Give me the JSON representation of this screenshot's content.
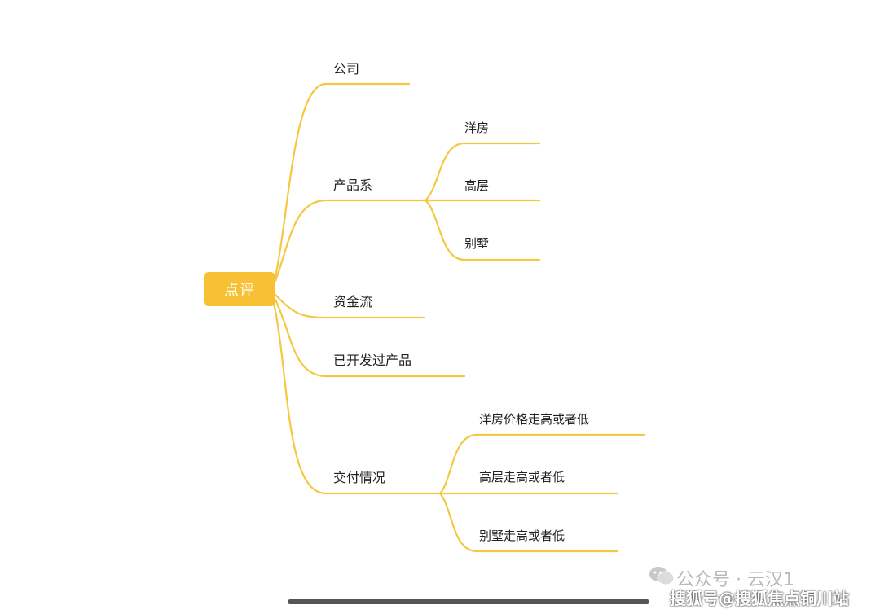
{
  "root": {
    "label": "点评"
  },
  "branches": [
    {
      "label": "公司",
      "children": []
    },
    {
      "label": "产品系",
      "children": [
        {
          "label": "洋房"
        },
        {
          "label": "高层"
        },
        {
          "label": "别墅"
        }
      ]
    },
    {
      "label": "资金流",
      "children": []
    },
    {
      "label": "已开发过产品",
      "children": []
    },
    {
      "label": "交付情况",
      "children": [
        {
          "label": "洋房价格走高或者低"
        },
        {
          "label": "高层走高或者低"
        },
        {
          "label": "别墅走高或者低"
        }
      ]
    }
  ],
  "watermark": {
    "line1": "公众号 · 云汉1",
    "line2": "搜狐号@搜狐焦点铜川站"
  },
  "colors": {
    "branch_line": "#f5c842",
    "root_fill": "#f8c134"
  }
}
